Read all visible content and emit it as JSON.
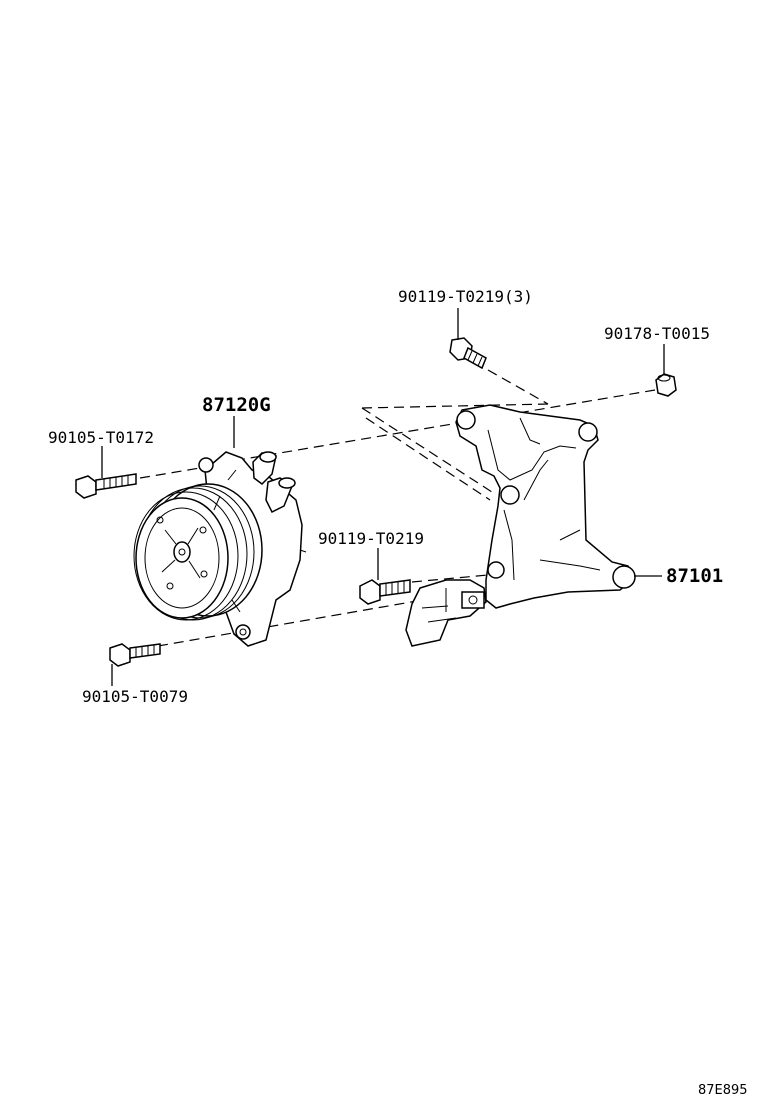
{
  "diagram": {
    "reference_code": "87E895",
    "callouts": [
      {
        "id": "vacuum-pump",
        "label": "87120G"
      },
      {
        "id": "bracket",
        "label": "87101"
      },
      {
        "id": "bolt-top",
        "label": "90119-T0219(3)"
      },
      {
        "id": "nut-top-right",
        "label": "90178-T0015"
      },
      {
        "id": "bolt-left-upper",
        "label": "90105-T0172"
      },
      {
        "id": "bolt-middle",
        "label": "90119-T0219"
      },
      {
        "id": "bolt-left-lower",
        "label": "90105-T0079"
      }
    ]
  }
}
